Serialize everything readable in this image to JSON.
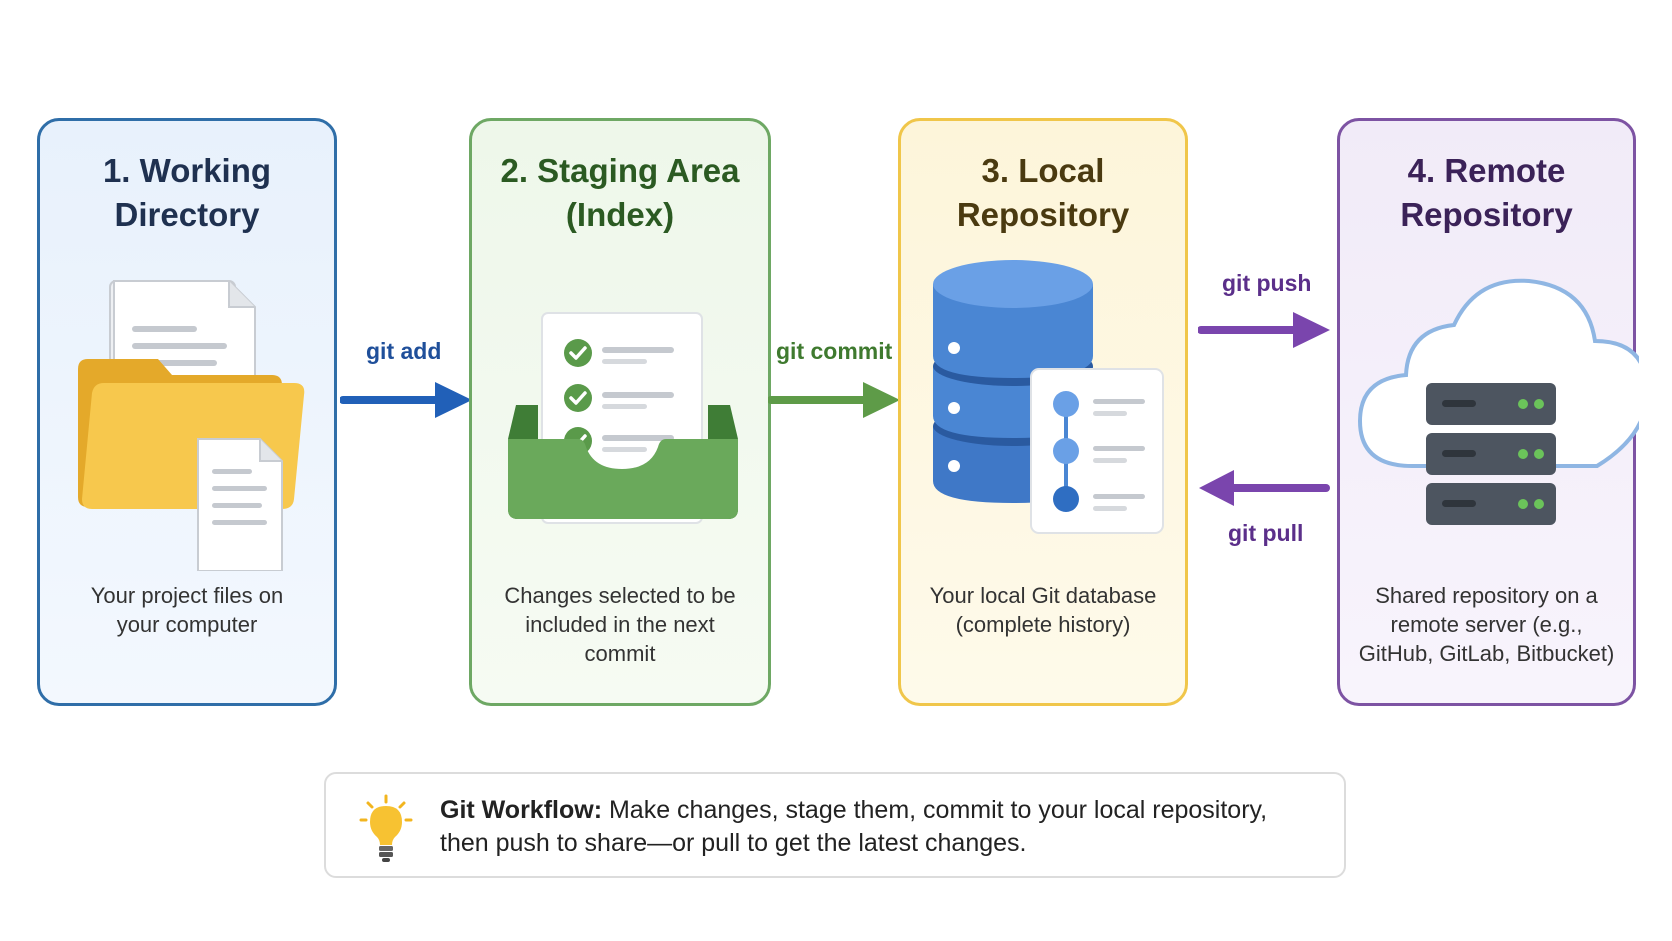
{
  "stages": [
    {
      "title": "1. Working\nDirectory",
      "description": "Your project files on\nyour computer"
    },
    {
      "title": "2. Staging Area\n(Index)",
      "description": "Changes selected to be\nincluded in the next\ncommit"
    },
    {
      "title": "3. Local\nRepository",
      "description": "Your local Git database\n(complete history)"
    },
    {
      "title": "4. Remote\nRepository",
      "description": "Shared repository on a\nremote server (e.g.,\nGitHub, GitLab, Bitbucket)"
    }
  ],
  "arrows": {
    "add": "git add",
    "commit": "git commit",
    "push": "git push",
    "pull": "git pull"
  },
  "tip": {
    "label": "Git Workflow:",
    "text": " Make changes, stage them, commit to your local repository, then push to share—or pull to get the latest changes."
  },
  "colors": {
    "working": "#2f6ea8",
    "staging": "#6ea864",
    "local": "#f0c64a",
    "remote": "#7d53a3",
    "arrow_add": "#2160b8",
    "arrow_commit": "#5e9b48",
    "arrow_remote": "#7a45ad"
  },
  "icons": [
    "folder-icon",
    "inbox-checklist-icon",
    "database-icon",
    "cloud-server-icon",
    "lightbulb-icon"
  ]
}
